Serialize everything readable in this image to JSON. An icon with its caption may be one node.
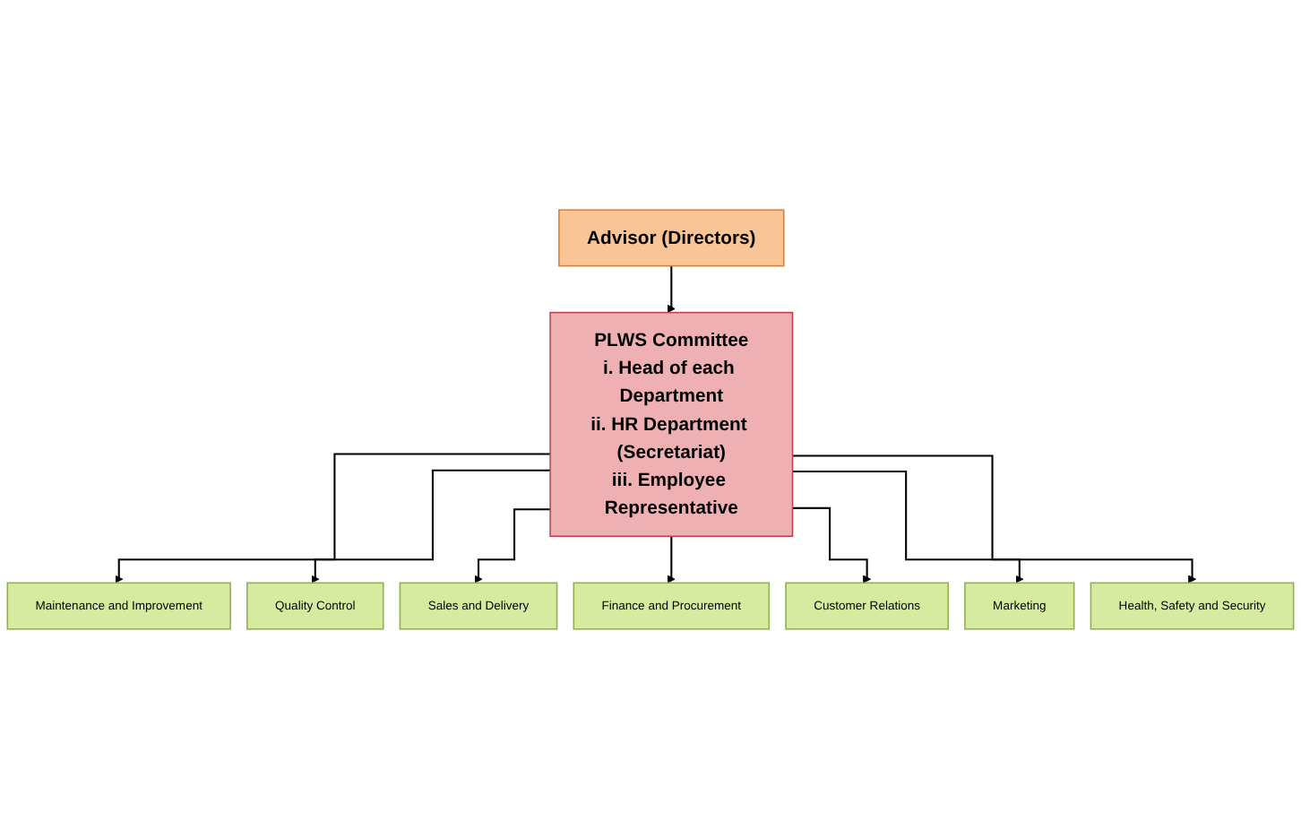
{
  "diagram": {
    "nodes": [
      {
        "text": [
          "Advisor (Directors)"
        ]
      },
      {
        "text": [
          "PLWS Committee",
          "i. Head of each Department",
          "ii. HR Department (Secretariat)",
          "iii. Employee Representative"
        ]
      },
      {
        "text": [
          "Maintenance and Improvement"
        ]
      },
      {
        "text": [
          "Quality Control"
        ]
      },
      {
        "text": [
          "Sales and Delivery"
        ]
      },
      {
        "text": [
          "Finance and Procurement"
        ]
      },
      {
        "text": [
          "Customer Relations"
        ]
      },
      {
        "text": [
          "Marketing"
        ]
      },
      {
        "text": [
          "Health, Safety and Security"
        ]
      }
    ],
    "edges": [
      {
        "from": 0,
        "to": 1,
        "arrow": "to"
      },
      {
        "from": 1,
        "to": 2,
        "arrow": "to"
      },
      {
        "from": 1,
        "to": 3,
        "arrow": "to"
      },
      {
        "from": 1,
        "to": 4,
        "arrow": "to"
      },
      {
        "from": 1,
        "to": 5,
        "arrow": "to"
      },
      {
        "from": 1,
        "to": 6,
        "arrow": "to"
      },
      {
        "from": 1,
        "to": 7,
        "arrow": "to"
      },
      {
        "from": 1,
        "to": 8,
        "arrow": "to"
      }
    ]
  }
}
